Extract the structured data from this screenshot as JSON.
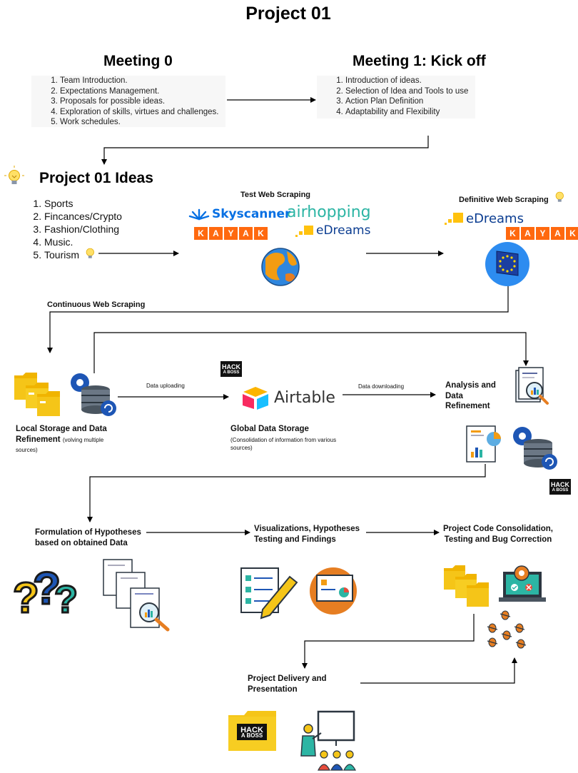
{
  "page_title": "Project 01",
  "meeting0": {
    "title": "Meeting 0",
    "items": [
      "Team Introduction.",
      "Expectations Management.",
      "Proposals for possible ideas.",
      "Exploration of skills, virtues and challenges.",
      "Work schedules."
    ]
  },
  "meeting1": {
    "title": "Meeting 1: Kick off",
    "items": [
      "Introduction of ideas.",
      "Selection of Idea and Tools to use",
      "Action Plan Definition",
      "Adaptability and Flexibility"
    ]
  },
  "ideas": {
    "title": "Project 01 Ideas",
    "items": [
      "Sports",
      "Fincances/Crypto",
      "Fashion/Clothing",
      "Music.",
      "Tourism"
    ]
  },
  "labels": {
    "test_scraping": "Test Web Scraping",
    "definitive_scraping": "Definitive Web Scraping",
    "continuous_scraping": "Continuous Web Scraping",
    "data_uploading": "Data uploading",
    "data_downloading": "Data downloading",
    "local_storage_title": "Local Storage and Data Refinement",
    "local_storage_note": "(volving multiple sources)",
    "global_storage_title": "Global Data Storage",
    "global_storage_note": "(Consolidation of information from various sources)",
    "analysis": "Analysis and Data Refinement",
    "hypotheses": "Formulation of Hypotheses based on obtained Data",
    "visualizations": "Visualizations, Hypotheses Testing and Findings",
    "consolidation": "Project Code Consolidation, Testing and Bug Correction",
    "delivery": "Project Delivery and Presentation"
  },
  "brands": {
    "skyscanner": "Skyscanner",
    "airhopping": "airhopping",
    "edreams": "eDreams",
    "kayak": [
      "K",
      "A",
      "Y",
      "A",
      "K"
    ],
    "airtable": "Airtable",
    "hack_a_boss": [
      "HACK",
      "A BOSS"
    ]
  },
  "colors": {
    "skyscanner": "#0770e3",
    "airhopping": "#2cb5a4",
    "edreams": "#0b3d91",
    "edreams_dot": "#ffc20e",
    "kayak": "#ff690f",
    "folder": "#f5c518",
    "accent_blue": "#1e56b5"
  },
  "icons": [
    "lightbulb-icon",
    "globe-icon",
    "eu-flag-icon",
    "folder-icon",
    "database-gear-icon",
    "document-search-icon",
    "report-chart-icon",
    "question-marks-icon",
    "checklist-pencil-icon",
    "presentation-board-icon",
    "laptop-gear-icon",
    "bugs-icon",
    "presenter-audience-icon"
  ]
}
